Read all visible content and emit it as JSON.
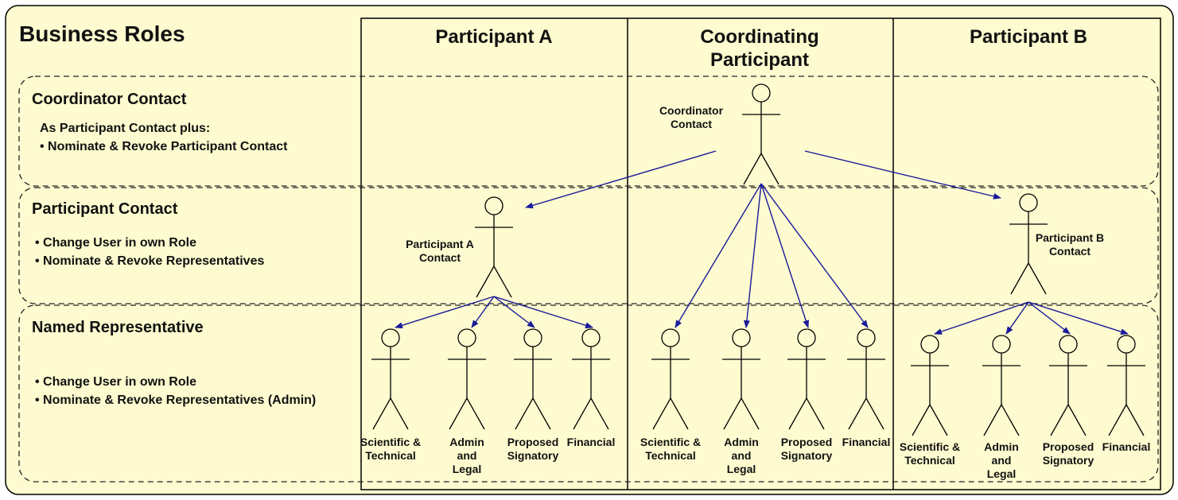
{
  "title": "Business Roles",
  "columns": [
    "Participant A",
    "Coordinating Participant",
    "Participant B"
  ],
  "bands": [
    {
      "label": "Coordinator Contact",
      "lines": [
        "As Participant Contact plus:",
        "• Nominate & Revoke Participant Contact"
      ]
    },
    {
      "label": "Participant Contact",
      "lines": [
        "• Change User in own Role",
        "• Nominate & Revoke Representatives"
      ]
    },
    {
      "label": "Named Representative",
      "lines": [
        "• Change User in own Role",
        "• Nominate & Revoke Representatives (Admin)"
      ]
    }
  ],
  "actors": {
    "coordinator": "Coordinator Contact",
    "contact_a": "Participant A Contact",
    "contact_b": "Participant B Contact",
    "representatives": [
      "Scientific & Technical",
      "Admin and Legal",
      "Proposed Signatory",
      "Financial"
    ]
  },
  "colors": {
    "background": "#fdfbcf",
    "outline": "#000000",
    "arrow": "#1a1a9a"
  }
}
